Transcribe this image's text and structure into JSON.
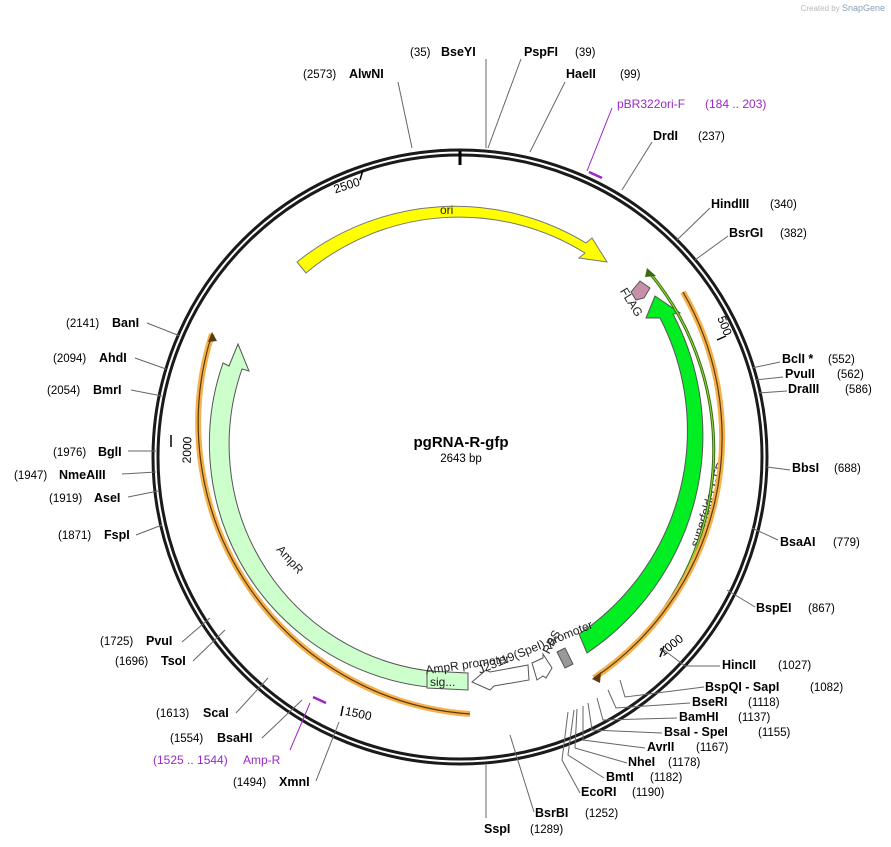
{
  "credit": {
    "prefix": "Created by",
    "brand": "SnapGene"
  },
  "plasmid": {
    "name": "pgRNA-R-gfp",
    "length_label": "2643 bp",
    "length": 2643
  },
  "ticks": [
    "500",
    "1000",
    "1500",
    "2000",
    "2500"
  ],
  "sites": [
    {
      "pos": "(35)",
      "name": "BseYI",
      "bp": 35
    },
    {
      "pos": "(39)",
      "name": "PspFI",
      "bp": 39
    },
    {
      "pos": "(99)",
      "name": "HaeII",
      "bp": 99
    },
    {
      "pos": "(237)",
      "name": "DrdI",
      "bp": 237
    },
    {
      "pos": "(340)",
      "name": "HindIII",
      "bp": 340
    },
    {
      "pos": "(382)",
      "name": "BsrGI",
      "bp": 382
    },
    {
      "pos": "(552)",
      "name": "BclI *",
      "bp": 552
    },
    {
      "pos": "(562)",
      "name": "PvuII",
      "bp": 562
    },
    {
      "pos": "(586)",
      "name": "DraIII",
      "bp": 586
    },
    {
      "pos": "(688)",
      "name": "BbsI",
      "bp": 688
    },
    {
      "pos": "(779)",
      "name": "BsaAI",
      "bp": 779
    },
    {
      "pos": "(867)",
      "name": "BspEI",
      "bp": 867
    },
    {
      "pos": "(1027)",
      "name": "HincII",
      "bp": 1027
    },
    {
      "pos": "(1082)",
      "name": "BspQI - SapI",
      "bp": 1082
    },
    {
      "pos": "(1118)",
      "name": "BseRI",
      "bp": 1118
    },
    {
      "pos": "(1137)",
      "name": "BamHI",
      "bp": 1137
    },
    {
      "pos": "(1155)",
      "name": "BsaI - SpeI",
      "bp": 1155
    },
    {
      "pos": "(1167)",
      "name": "AvrII",
      "bp": 1167
    },
    {
      "pos": "(1178)",
      "name": "NheI",
      "bp": 1178
    },
    {
      "pos": "(1182)",
      "name": "BmtI",
      "bp": 1182
    },
    {
      "pos": "(1190)",
      "name": "EcoRI",
      "bp": 1190
    },
    {
      "pos": "(1252)",
      "name": "BsrBI",
      "bp": 1252
    },
    {
      "pos": "(1289)",
      "name": "SspI",
      "bp": 1289
    },
    {
      "pos": "(1494)",
      "name": "XmnI",
      "bp": 1494
    },
    {
      "pos": "(1554)",
      "name": "BsaHI",
      "bp": 1554
    },
    {
      "pos": "(1613)",
      "name": "ScaI",
      "bp": 1613
    },
    {
      "pos": "(1696)",
      "name": "TsoI",
      "bp": 1696
    },
    {
      "pos": "(1725)",
      "name": "PvuI",
      "bp": 1725
    },
    {
      "pos": "(1871)",
      "name": "FspI",
      "bp": 1871
    },
    {
      "pos": "(1919)",
      "name": "AseI",
      "bp": 1919
    },
    {
      "pos": "(1947)",
      "name": "NmeAIII",
      "bp": 1947
    },
    {
      "pos": "(1976)",
      "name": "BglI",
      "bp": 1976
    },
    {
      "pos": "(2054)",
      "name": "BmrI",
      "bp": 2054
    },
    {
      "pos": "(2094)",
      "name": "AhdI",
      "bp": 2094
    },
    {
      "pos": "(2141)",
      "name": "BanI",
      "bp": 2141
    },
    {
      "pos": "(2573)",
      "name": "AlwNI",
      "bp": 2573
    }
  ],
  "primers": [
    {
      "name": "pBR322ori-F",
      "range": "(184 .. 203)"
    },
    {
      "name": "Amp-R",
      "range": "(1525 .. 1544)"
    }
  ],
  "features": {
    "ori": "ori",
    "flag": "FLAG",
    "gfp": "superfolder GFP",
    "ampr": "AmpR",
    "ampr_promoter": "AmpR promoter",
    "signal": "sig...",
    "j23119": "J23119(SpeI) promoter",
    "rbs": "RBS"
  },
  "colors": {
    "ori": "#ffff00",
    "gfp": "#00ee22",
    "ampr": "#ccffcc",
    "flag": "#c890a8",
    "orange": "#f5b04a",
    "primer": "#9b27c9"
  }
}
